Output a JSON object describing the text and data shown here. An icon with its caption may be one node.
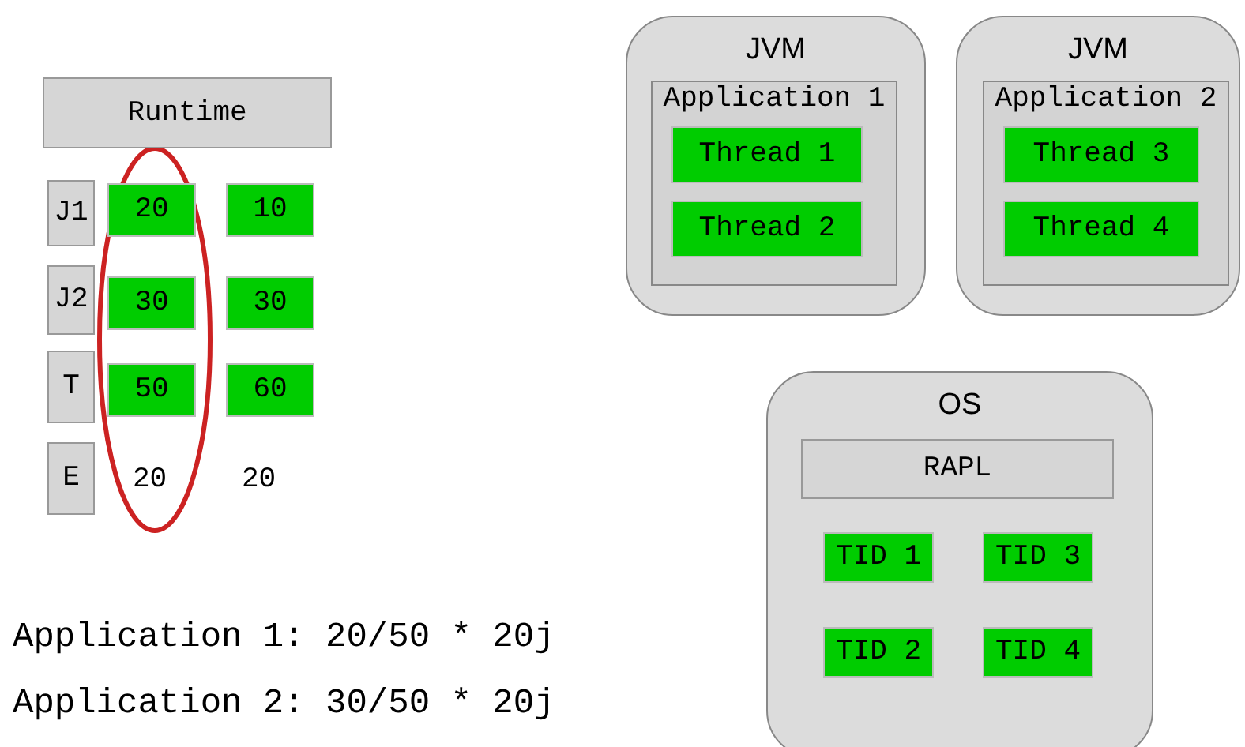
{
  "diagram": {
    "nodes": [
      {
        "text": [
          "Runtime"
        ]
      },
      {
        "text": [
          "J1"
        ]
      },
      {
        "text": [
          "20"
        ]
      },
      {
        "text": [
          "10"
        ]
      },
      {
        "text": [
          "J2"
        ]
      },
      {
        "text": [
          "30"
        ]
      },
      {
        "text": [
          "30"
        ]
      },
      {
        "text": [
          "T"
        ]
      },
      {
        "text": [
          "50"
        ]
      },
      {
        "text": [
          "60"
        ]
      },
      {
        "text": [
          "E"
        ]
      },
      {
        "text": [
          "JVM"
        ]
      },
      {
        "text": [
          "Application 1"
        ],
        "in": 11
      },
      {
        "text": [
          "Thread 1"
        ],
        "in": 12
      },
      {
        "text": [
          "Thread 2"
        ],
        "in": 12
      },
      {
        "text": [
          "JVM"
        ]
      },
      {
        "text": [
          "Application 2"
        ],
        "in": 15
      },
      {
        "text": [
          "Thread 3"
        ],
        "in": 16
      },
      {
        "text": [
          "Thread 4"
        ],
        "in": 16
      },
      {
        "text": [
          "OS"
        ]
      },
      {
        "text": [
          "RAPL"
        ],
        "in": 19
      },
      {
        "text": [
          "TID 1"
        ],
        "in": 19
      },
      {
        "text": [
          "TID 3"
        ],
        "in": 19
      },
      {
        "text": [
          "TID 2"
        ],
        "in": 19
      },
      {
        "text": [
          "TID 4"
        ],
        "in": 19
      }
    ],
    "labels": [
      "20",
      "20",
      "Application 1: 20/50 * 20j",
      "Application 2: 30/50 * 20j"
    ]
  }
}
